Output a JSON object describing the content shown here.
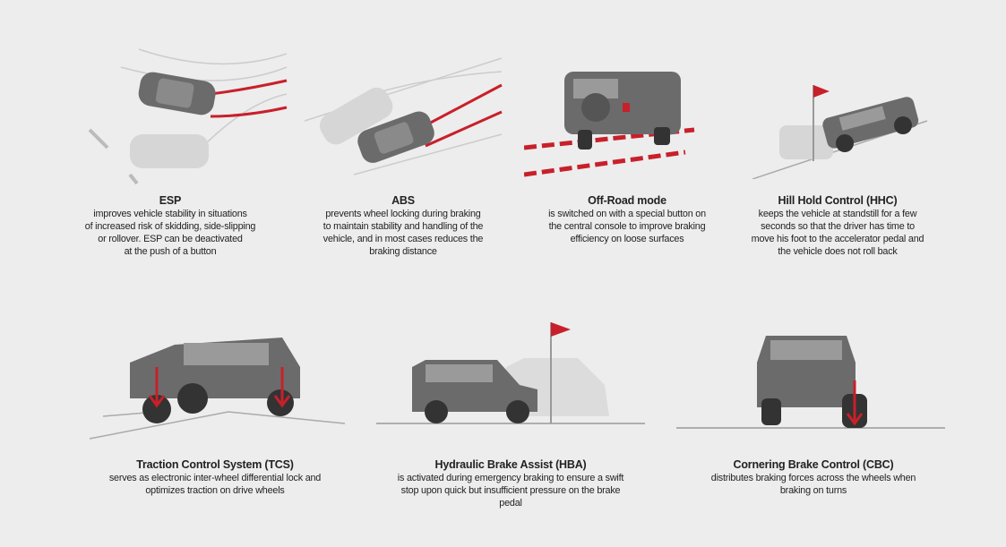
{
  "colors": {
    "background": "#ededed",
    "accent": "#c8202a",
    "vehicle": "#6b6b6b",
    "ghost": "#d4d4d4"
  },
  "features": [
    {
      "title": "ESP",
      "lines": [
        "improves vehicle stability in situations",
        "of increased risk of skidding, side-slipping",
        "or rollover. ESP can be deactivated",
        "at the push of a button"
      ]
    },
    {
      "title": "ABS",
      "lines": [
        "prevents wheel locking during braking",
        "to maintain stability and handling of the",
        "vehicle, and in most cases reduces the",
        "braking distance"
      ]
    },
    {
      "title": "Off-Road mode",
      "lines": [
        "is switched on with a special button on",
        "the central console to improve braking",
        "efficiency on loose surfaces"
      ]
    },
    {
      "title": "Hill Hold Control (HHC)",
      "lines": [
        "keeps the vehicle at standstill for a few",
        "seconds so that the driver has time to",
        "move his foot to the accelerator pedal and",
        "the vehicle does not roll back"
      ]
    },
    {
      "title": "Traction Control System (TCS)",
      "lines": [
        "serves as electronic inter-wheel differential lock and",
        "optimizes traction on drive wheels"
      ]
    },
    {
      "title": "Hydraulic Brake Assist (HBA)",
      "lines": [
        "is activated during emergency braking to ensure a swift",
        "stop upon quick but insufficient pressure on the brake",
        "pedal"
      ]
    },
    {
      "title": "Cornering Brake Control (CBC)",
      "lines": [
        "distributes braking forces across the wheels when",
        "braking on turns"
      ]
    }
  ]
}
